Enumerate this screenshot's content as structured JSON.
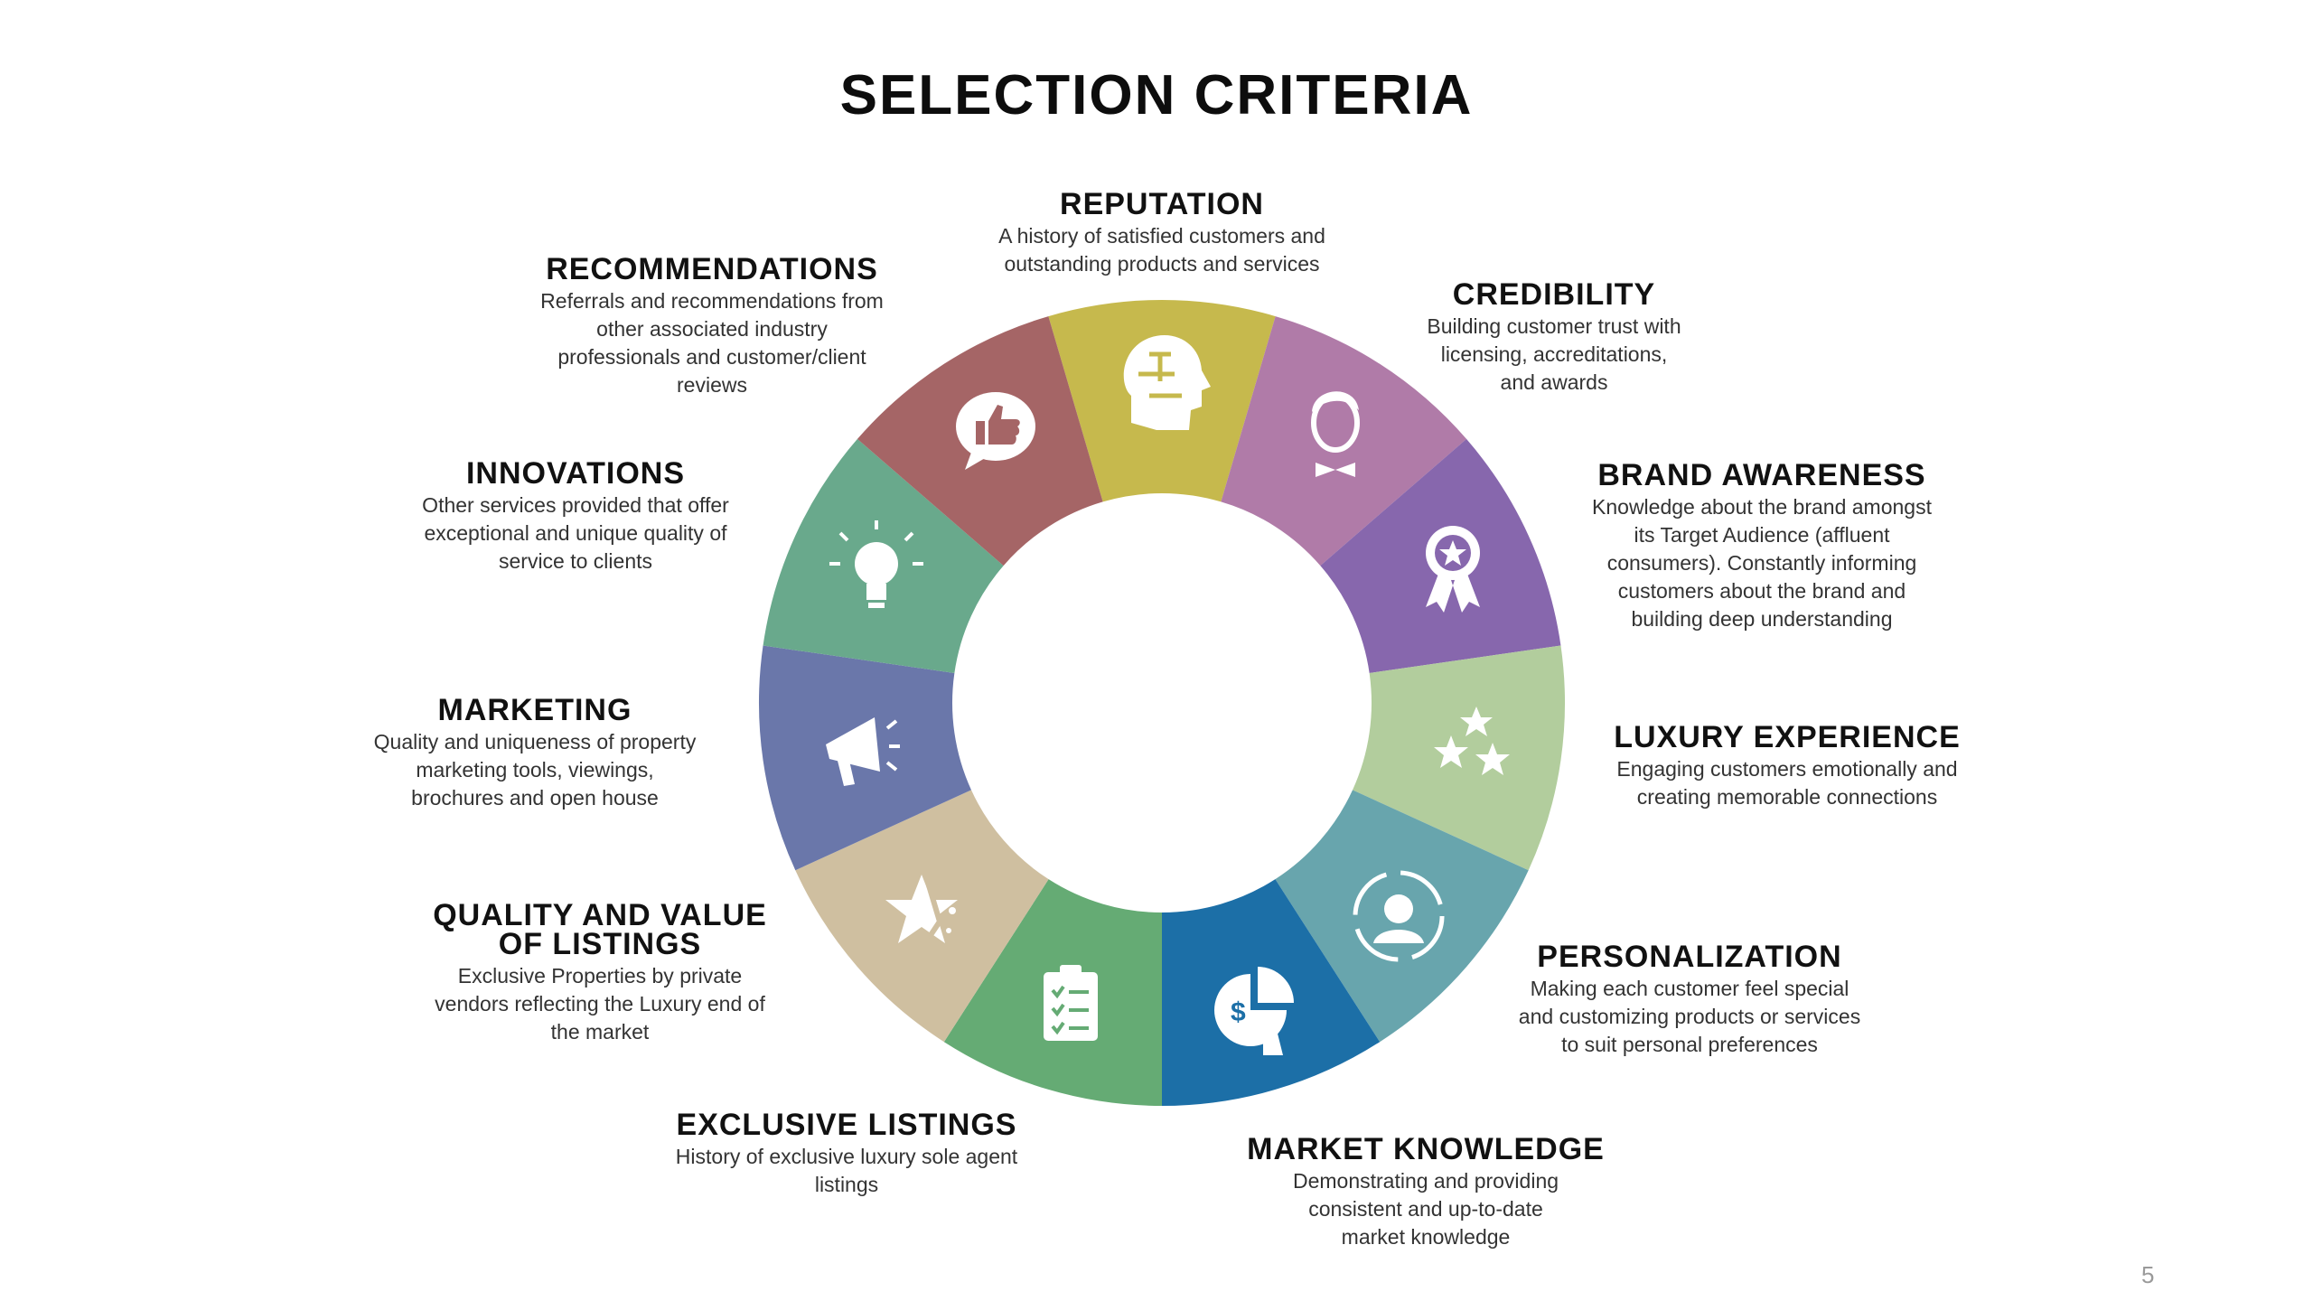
{
  "title": "SELECTION CRITERIA",
  "page_number": "5",
  "segments": [
    {
      "name": "REPUTATION",
      "color": "#c6b94d",
      "icon": "puzzle-head-icon"
    },
    {
      "name": "CREDIBILITY",
      "color": "#b07ba8",
      "icon": "person-bowtie-icon"
    },
    {
      "name": "BRAND AWARENESS",
      "color": "#8767ad",
      "icon": "award-ribbon-icon"
    },
    {
      "name": "LUXURY EXPERIENCE",
      "color": "#b2cd9d",
      "icon": "stars-icon"
    },
    {
      "name": "PERSONALIZATION",
      "color": "#68a5ad",
      "icon": "person-cycle-icon"
    },
    {
      "name": "MARKET KNOWLEDGE",
      "color": "#1c6fa7",
      "icon": "chart-hand-icon"
    },
    {
      "name": "EXCLUSIVE LISTINGS",
      "color": "#65ab74",
      "icon": "clipboard-checklist-icon"
    },
    {
      "name": "QUALITY AND VALUE OF LISTINGS",
      "color": "#cfbfa0",
      "icon": "star-sparkle-icon"
    },
    {
      "name": "MARKETING",
      "color": "#6a77aa",
      "icon": "megaphone-icon"
    },
    {
      "name": "INNOVATIONS",
      "color": "#69a98c",
      "icon": "lightbulb-icon"
    },
    {
      "name": "RECOMMENDATIONS",
      "color": "#a56566",
      "icon": "thumbs-up-bubble-icon"
    }
  ],
  "labels": {
    "reputation": {
      "heading": "REPUTATION",
      "desc": "A history of satisfied customers and\noutstanding products and services"
    },
    "credibility": {
      "heading": "CREDIBILITY",
      "desc": "Building customer trust with\nlicensing, accreditations,\nand awards"
    },
    "brand_awareness": {
      "heading": "BRAND AWARENESS",
      "desc": "Knowledge about the brand amongst\nits Target Audience (affluent\nconsumers). Constantly informing\ncustomers about the brand and\nbuilding deep understanding"
    },
    "luxury_experience": {
      "heading": "LUXURY EXPERIENCE",
      "desc": "Engaging customers emotionally and\ncreating memorable connections"
    },
    "personalization": {
      "heading": "PERSONALIZATION",
      "desc": "Making each customer feel special\nand customizing products or services\nto suit personal preferences"
    },
    "market_knowledge": {
      "heading": "MARKET KNOWLEDGE",
      "desc": "Demonstrating and providing\nconsistent and up-to-date\nmarket knowledge"
    },
    "exclusive_listings": {
      "heading": "EXCLUSIVE LISTINGS",
      "desc": "History of exclusive luxury sole agent\nlistings"
    },
    "quality_value": {
      "heading": "QUALITY AND VALUE\nOF LISTINGS",
      "desc": "Exclusive Properties by private\nvendors reflecting the Luxury end of\nthe market"
    },
    "marketing": {
      "heading": "MARKETING",
      "desc": "Quality and uniqueness of property\nmarketing tools, viewings,\nbrochures and open house"
    },
    "innovations": {
      "heading": "INNOVATIONS",
      "desc": "Other services provided that offer\nexceptional and unique quality of\nservice to clients"
    },
    "recommendations": {
      "heading": "RECOMMENDATIONS",
      "desc": "Referrals and recommendations from\nother associated industry\nprofessionals and customer/client\nreviews"
    }
  }
}
